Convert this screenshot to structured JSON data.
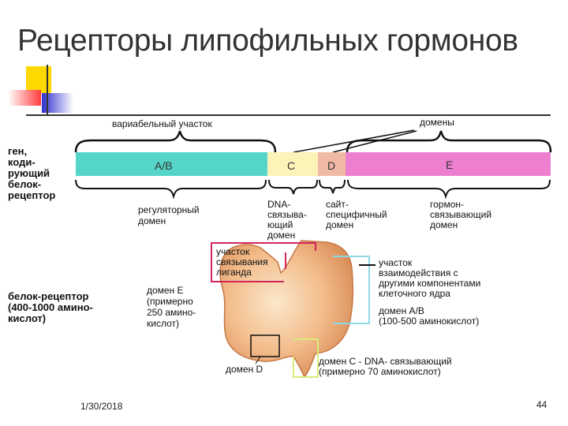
{
  "slide": {
    "title": "Рецепторы липофильных гормонов",
    "date": "1/30/2018",
    "page_number": "44"
  },
  "diagram": {
    "variable_region": "вариабельный участок",
    "domains": "домены",
    "gene_label": [
      "ген,",
      "коди-",
      "рующий",
      "белок-",
      "рецептор"
    ],
    "segments": {
      "ab": "A/B",
      "c": "C",
      "d": "D",
      "e": "E"
    },
    "regulatory_domain": [
      "регуляторный",
      "домен"
    ],
    "dna_binding_domain": [
      "DNA-",
      "связыва-",
      "ющий",
      "домен"
    ],
    "site_specific_domain": [
      "сайт-",
      "специфичный",
      "домен"
    ],
    "hormone_binding_domain": [
      "гормон-",
      "связывающий",
      "домен"
    ],
    "ligand_binding_site": [
      "участок",
      "связывания",
      "лиганда"
    ],
    "interaction_site": [
      "участок",
      "взаимодействия с",
      "другими компонентами",
      "клеточного ядра"
    ],
    "receptor_protein": [
      "белок-рецептор",
      "(400-1000 амино-",
      "кислот)"
    ],
    "domain_e_info": [
      "домен E",
      "(примерно",
      "250 амино-",
      "кислот)"
    ],
    "domain_ab_info": [
      "домен A/B",
      "(100-500 аминокислот)"
    ],
    "domain_d_label": "домен D",
    "domain_c_info": [
      "домен C - DNA- связывающий",
      "(примерно 70  аминокислот)"
    ],
    "colors": {
      "ab": "#55d4c8",
      "c": "#fbf3b8",
      "d": "#f0b9a4",
      "e": "#ee7fd0",
      "protein": "#f1b17d"
    }
  }
}
